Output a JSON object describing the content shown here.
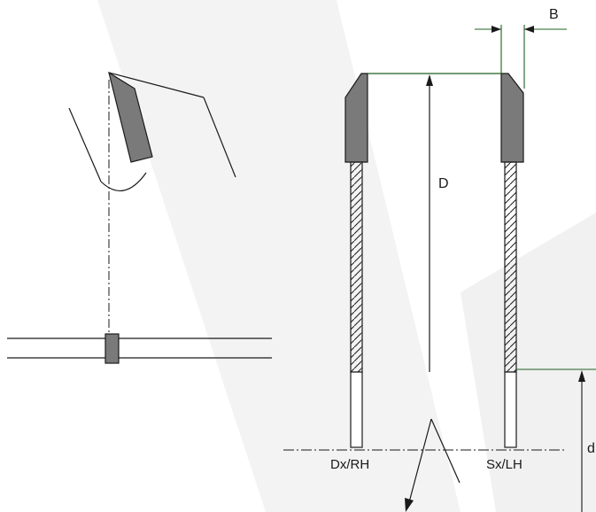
{
  "labels": {
    "B": "B",
    "D": "D",
    "d": "d",
    "left_hand": "Dx/RH",
    "right_hand": "Sx/LH"
  },
  "colors": {
    "stroke": "#1a1a1a",
    "tooth_fill": "#7a7a7a",
    "dim_line": "#1f5f1f",
    "watermark": "#ebebeb"
  }
}
